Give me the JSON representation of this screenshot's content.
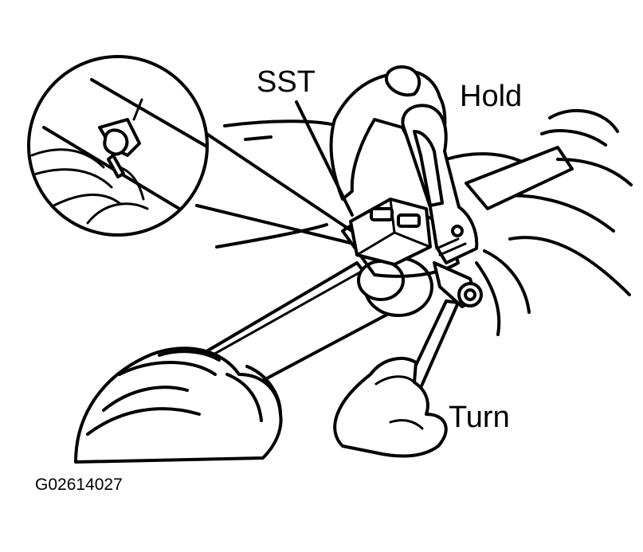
{
  "labels": {
    "sst": "SST",
    "hold": "Hold",
    "turn": "Turn",
    "figure_code": "G02614027"
  },
  "colors": {
    "line": "#000000",
    "background": "#ffffff"
  }
}
